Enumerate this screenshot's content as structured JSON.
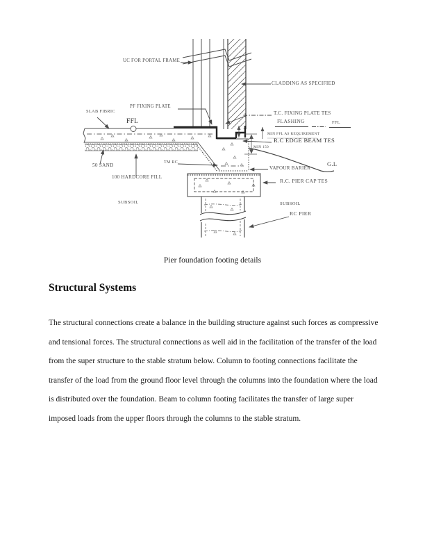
{
  "page": {
    "caption": "Pier foundation footing details",
    "heading": "Structural Systems",
    "body": "The structural connections create a balance in the building structure against such forces as compressive and tensional forces. The structural connections as well aid in the facilitation of the transfer of the load from the super structure to the stable stratum below. Column to footing connections facilitate the transfer of the load from the ground floor level through the columns into the foundation where the load is distributed over the foundation. Beam to column footing facilitates the transfer of large super imposed loads from the upper floors through the columns to the stable stratum."
  },
  "figure": {
    "labels": {
      "uc_portal_frame": "UC FOR PORTAL FRAME",
      "cladding": "CLADDING AS SPECIFIED",
      "slab_fabric": "SLAB FIBRIC",
      "pf_fixing_plate": "PF FIXING PLATE",
      "ffl_left": "FFL",
      "tc_fixing_plate": "T.C. FIXING PLATE TES",
      "flashing": "FLASHING",
      "ffl_right": "FFL",
      "min_ffl_requirement": "MIN FFL AS REQUIREMENT",
      "rc_edge_beam": "R.C EDGE BEAM TES",
      "min_150": "MIN 150",
      "ground_level": "G.L",
      "vapour_barrier": "VAPOUR BARIER",
      "rc_pier_cap": "R.C. PIER CAP TES",
      "sand_50": "50 SAND",
      "hardcore_fill_100": "100 HARDCORE FILL",
      "tm_rc": "TM RC",
      "subsoil_left": "SUBSOIL",
      "subsoil_right": "SUBSOIL",
      "rc_pier": "RC PIER"
    }
  },
  "colors": {
    "line": "#4a4a4a",
    "body_text": "#1a1a1a"
  }
}
